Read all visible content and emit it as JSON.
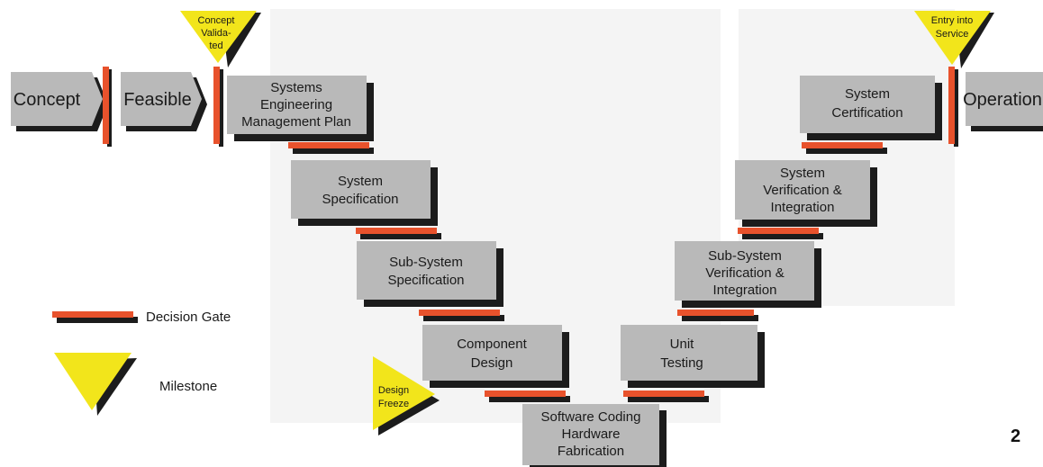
{
  "phases": {
    "concept": "Concept",
    "feasible": "Feasible",
    "operation": "Operation"
  },
  "boxes": [
    {
      "id": "semp",
      "lines": [
        "Systems",
        "Engineering",
        "Management Plan"
      ]
    },
    {
      "id": "sys-spec",
      "lines": [
        "System",
        "Specification"
      ]
    },
    {
      "id": "subsys-spec",
      "lines": [
        "Sub-System",
        "Specification"
      ]
    },
    {
      "id": "component-design",
      "lines": [
        "Component",
        "Design"
      ]
    },
    {
      "id": "software-coding",
      "lines": [
        "Software Coding",
        "Hardware",
        "Fabrication"
      ]
    },
    {
      "id": "unit-testing",
      "lines": [
        "Unit",
        "Testing"
      ]
    },
    {
      "id": "subsys-vi",
      "lines": [
        "Sub-System",
        "Verification &",
        "Integration"
      ]
    },
    {
      "id": "sys-vi",
      "lines": [
        "System",
        "Verification &",
        "Integration"
      ]
    },
    {
      "id": "sys-cert",
      "lines": [
        "System",
        "Certification"
      ]
    }
  ],
  "milestones": {
    "concept_validated": [
      "Concept",
      "Valida-",
      "ted"
    ],
    "design_freeze": [
      "Design",
      "Freeze"
    ],
    "entry_into_service": [
      "Entry into",
      "Service"
    ]
  },
  "legend": {
    "decision_gate": "Decision Gate",
    "milestone": "Milestone"
  },
  "page_number": "2",
  "colors": {
    "box_fill": "#b9b9b9",
    "shadow": "#1c1c1c",
    "gate_red": "#e8522c",
    "milestone_yellow": "#f2e51b",
    "ghost_background": "#f3f3f3"
  }
}
